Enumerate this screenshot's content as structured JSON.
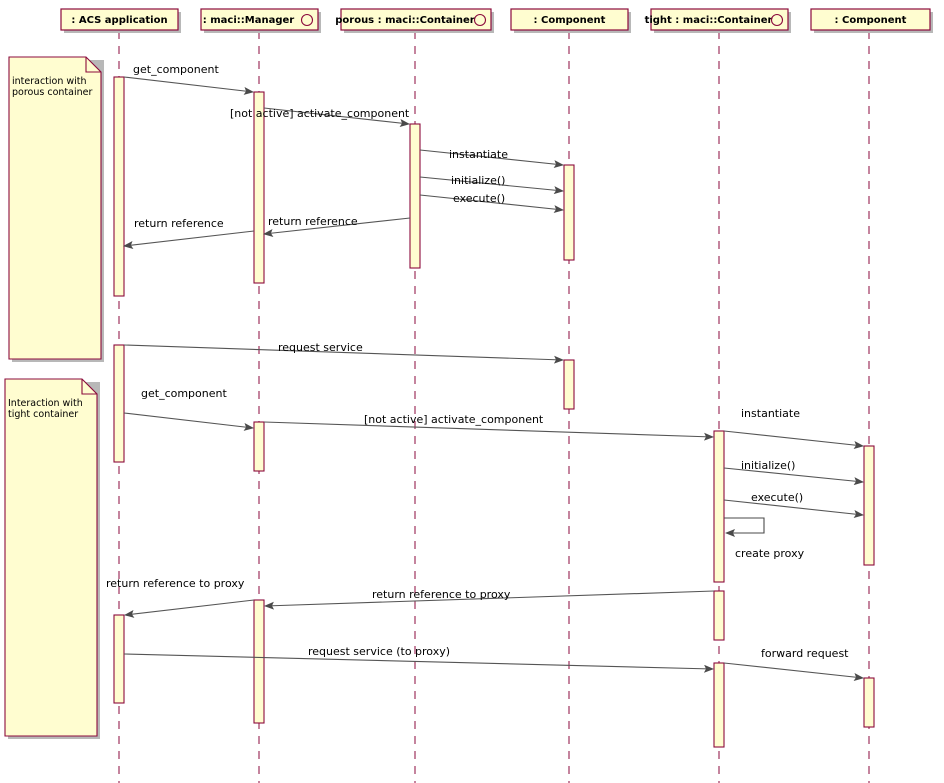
{
  "diagram": {
    "type": "UML sequence diagram",
    "colors": {
      "border": "#8b0a3c",
      "fill": "#fffdd0",
      "shadow": "#b8b8b8",
      "arrow": "#555555",
      "text": "#000000"
    },
    "lifelines": [
      {
        "id": "acs",
        "label": ": ACS application",
        "active_object": false
      },
      {
        "id": "mgr",
        "label": ": maci::Manager",
        "active_object": true
      },
      {
        "id": "porous",
        "label": "porous : maci::Container",
        "active_object": true
      },
      {
        "id": "comp1",
        "label": ": Component",
        "active_object": false
      },
      {
        "id": "tight",
        "label": "tight : maci::Container",
        "active_object": true
      },
      {
        "id": "comp2",
        "label": ": Component",
        "active_object": false
      }
    ],
    "notes": [
      {
        "id": "note-porous",
        "lines": [
          "interaction with",
          "porous container"
        ]
      },
      {
        "id": "note-tight",
        "lines": [
          "Interaction with",
          "tight container"
        ]
      }
    ],
    "messages": [
      {
        "from": "acs",
        "to": "mgr",
        "label": "get_component"
      },
      {
        "from": "mgr",
        "to": "porous",
        "label": "[not active] activate_component"
      },
      {
        "from": "porous",
        "to": "comp1",
        "label": "instantiate"
      },
      {
        "from": "porous",
        "to": "comp1",
        "label": "initialize()"
      },
      {
        "from": "porous",
        "to": "comp1",
        "label": "execute()"
      },
      {
        "from": "porous",
        "to": "mgr",
        "label": "return reference"
      },
      {
        "from": "mgr",
        "to": "acs",
        "label": "return reference"
      },
      {
        "from": "acs",
        "to": "comp1",
        "label": "request service"
      },
      {
        "from": "acs",
        "to": "mgr",
        "label": "get_component"
      },
      {
        "from": "mgr",
        "to": "tight",
        "label": "[not active] activate_component"
      },
      {
        "from": "tight",
        "to": "comp2",
        "label": "instantiate"
      },
      {
        "from": "tight",
        "to": "comp2",
        "label": "initialize()"
      },
      {
        "from": "tight",
        "to": "comp2",
        "label": "execute()"
      },
      {
        "from": "tight",
        "to": "tight",
        "label": "create proxy"
      },
      {
        "from": "tight",
        "to": "mgr",
        "label": "return reference to proxy"
      },
      {
        "from": "mgr",
        "to": "acs",
        "label": "return reference to proxy"
      },
      {
        "from": "acs",
        "to": "tight",
        "label": "request service (to proxy)"
      },
      {
        "from": "tight",
        "to": "comp2",
        "label": "forward request"
      }
    ]
  }
}
